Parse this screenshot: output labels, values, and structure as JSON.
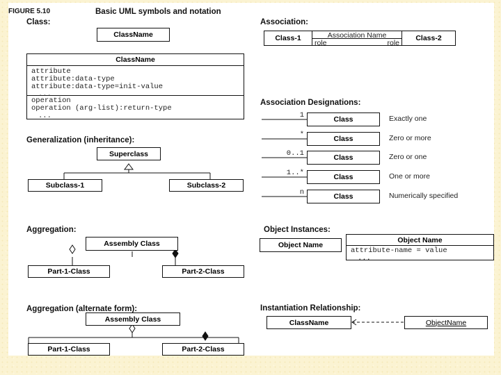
{
  "figure": {
    "number": "FIGURE 5.10",
    "title": "Basic UML symbols and notation"
  },
  "class_section": {
    "heading": "Class:",
    "simple_name": "ClassName",
    "detailed": {
      "name": "ClassName",
      "attributes": [
        "attribute",
        "attribute:data-type",
        "attribute:data-type=init-value",
        "..."
      ],
      "operations": [
        "operation",
        "operation (arg-list):return-type",
        "..."
      ]
    }
  },
  "association": {
    "heading": "Association:",
    "class1": "Class-1",
    "class2": "Class-2",
    "name": "Association Name",
    "role_left": "role",
    "role_right": "role"
  },
  "designations": {
    "heading": "Association Designations:",
    "rows": [
      {
        "mult": "1",
        "cls": "Class",
        "meaning": "Exactly one"
      },
      {
        "mult": "*",
        "cls": "Class",
        "meaning": "Zero or more"
      },
      {
        "mult": "0..1",
        "cls": "Class",
        "meaning": "Zero or one"
      },
      {
        "mult": "1..*",
        "cls": "Class",
        "meaning": "One or more"
      },
      {
        "mult": "n",
        "cls": "Class",
        "meaning": "Numerically specified"
      }
    ]
  },
  "generalization": {
    "heading": "Generalization (inheritance):",
    "super": "Superclass",
    "sub1": "Subclass-1",
    "sub2": "Subclass-2"
  },
  "aggregation": {
    "heading": "Aggregation:",
    "whole": "Assembly Class",
    "part1": "Part-1-Class",
    "part2": "Part-2-Class"
  },
  "aggregation_alt": {
    "heading": "Aggregation (alternate form):",
    "whole": "Assembly Class",
    "part1": "Part-1-Class",
    "part2": "Part-2-Class"
  },
  "object_instances": {
    "heading": "Object Instances:",
    "simple": "Object Name",
    "detailed_name": "Object Name",
    "attributes": [
      "attribute-name = value",
      "..."
    ]
  },
  "instantiation": {
    "heading": "Instantiation Relationship:",
    "cls": "ClassName",
    "obj": "ObjectName"
  },
  "colors": {
    "background": "#fbf3d2",
    "ink": "#111111"
  }
}
